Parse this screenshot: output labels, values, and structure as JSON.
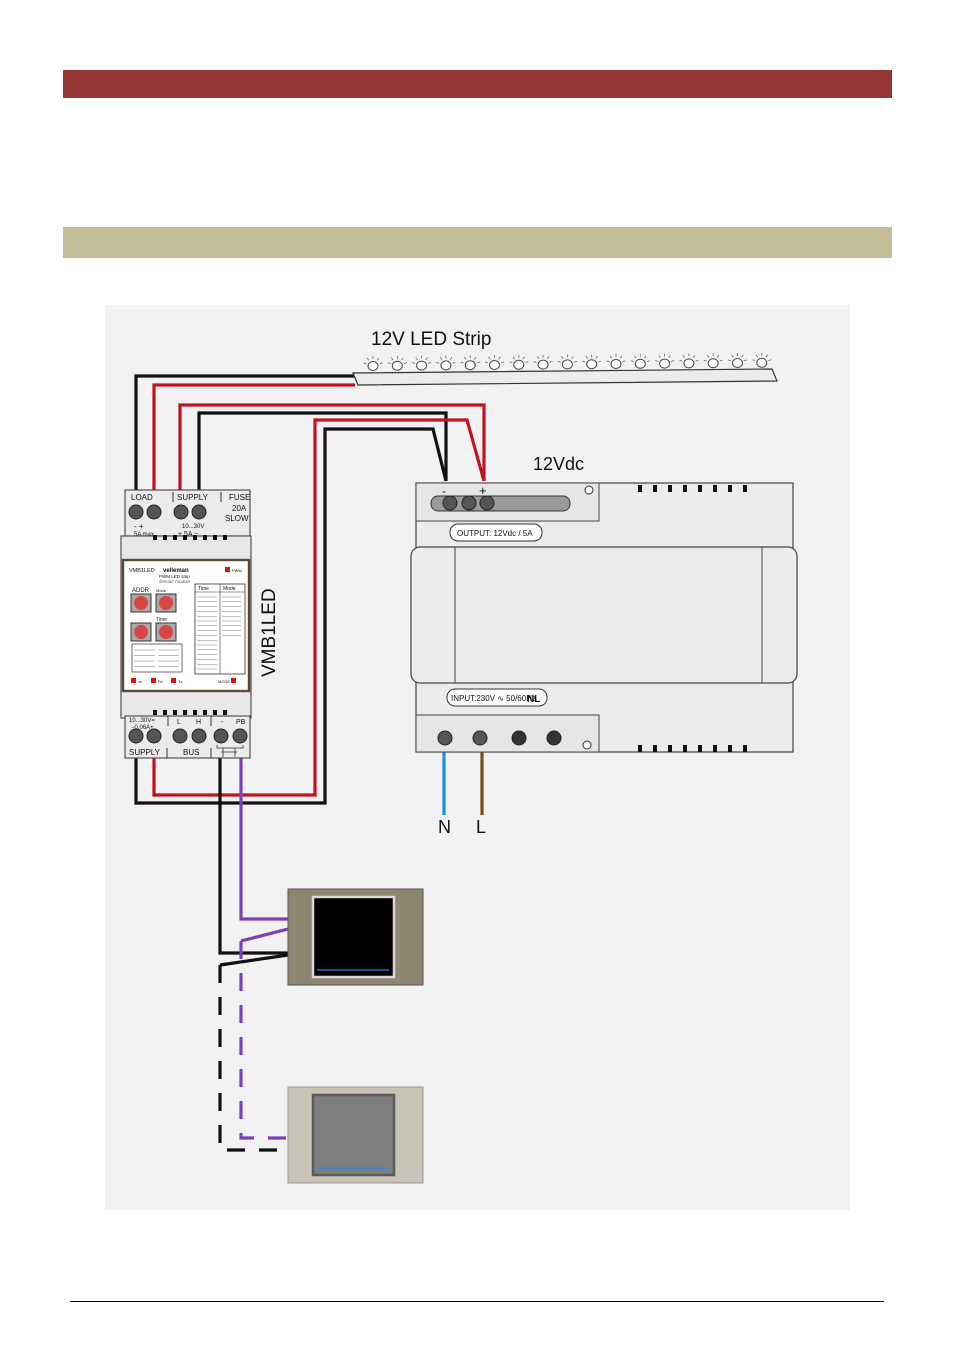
{
  "led_strip": {
    "label": "12V LED Strip"
  },
  "psu": {
    "voltage_label": "12Vdc",
    "terminal_minus": "-",
    "terminal_plus": "+",
    "output_label": "OUTPUT: 12Vdc / 5A",
    "input_label": "INPUT:230V ∿ 50/60Hz",
    "input_code": "NL",
    "neutral": "N",
    "line": "L"
  },
  "module": {
    "name": "VMB1LED",
    "top": {
      "load": "LOAD",
      "supply": "SUPPLY",
      "fuse1": "FUSE",
      "fuse2": "20A",
      "fuse3": "SLOW",
      "load_pol": "-   +",
      "load_max": "5A max",
      "supply_range": "10...30V",
      "supply_pol": "+ 5A −"
    },
    "panel": {
      "model": "VMB1LED",
      "brand": "velleman",
      "desc1": "PWM LED strip",
      "desc2": "dimmer module",
      "addr": "ADDR",
      "mode": "Mode",
      "time": "Time",
      "time_col": "Time",
      "mode_col": "Mode",
      "pwm": "PWM",
      "mode_btn": "MODE",
      "leds": [
        "on",
        "Rx",
        "Tx"
      ]
    },
    "bottom": {
      "supply_range": "10...30V=",
      "supply_current": "−0.06A+",
      "l": "L",
      "h": "H",
      "minus": "-",
      "pb": "PB",
      "supply": "SUPPLY",
      "bus": "BUS"
    }
  },
  "colors": {
    "wire_red": "#c1121f",
    "wire_black": "#111111",
    "wire_purple": "#7b3fbf",
    "wire_blue": "#1f8fe0",
    "wire_brown": "#7a4e12",
    "header_red": "#943634",
    "header_tan": "#c4bc96",
    "diagram_bg": "#f2f2f2"
  }
}
